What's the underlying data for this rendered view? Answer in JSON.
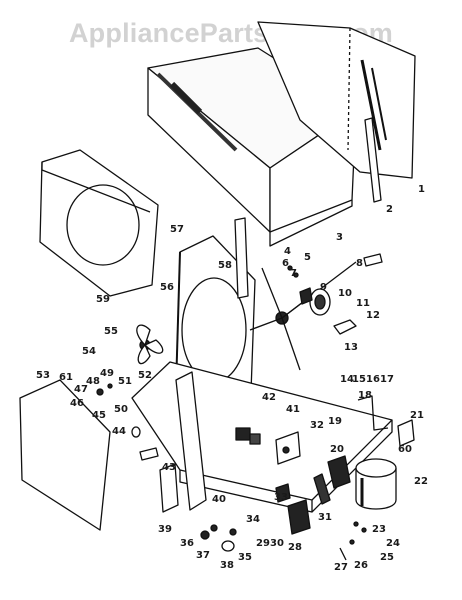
{
  "watermark": "AppliancePartsPros.com",
  "callouts": [
    {
      "id": "c1",
      "text": "1"
    },
    {
      "id": "c2",
      "text": "2"
    },
    {
      "id": "c3",
      "text": "3"
    },
    {
      "id": "c4",
      "text": "4"
    },
    {
      "id": "c5",
      "text": "5"
    },
    {
      "id": "c6",
      "text": "6"
    },
    {
      "id": "c7",
      "text": "7"
    },
    {
      "id": "c8",
      "text": "8"
    },
    {
      "id": "c9",
      "text": "9"
    },
    {
      "id": "c10",
      "text": "10"
    },
    {
      "id": "c11",
      "text": "11"
    },
    {
      "id": "c12",
      "text": "12"
    },
    {
      "id": "c13",
      "text": "13"
    },
    {
      "id": "c14",
      "text": "14"
    },
    {
      "id": "c15",
      "text": "15"
    },
    {
      "id": "c16",
      "text": "16"
    },
    {
      "id": "c17",
      "text": "17"
    },
    {
      "id": "c18",
      "text": "18"
    },
    {
      "id": "c19",
      "text": "19"
    },
    {
      "id": "c20",
      "text": "20"
    },
    {
      "id": "c21",
      "text": "21"
    },
    {
      "id": "c22",
      "text": "22"
    },
    {
      "id": "c23",
      "text": "23"
    },
    {
      "id": "c24",
      "text": "24"
    },
    {
      "id": "c25",
      "text": "25"
    },
    {
      "id": "c26",
      "text": "26"
    },
    {
      "id": "c27",
      "text": "27"
    },
    {
      "id": "c28",
      "text": "28"
    },
    {
      "id": "c29",
      "text": "29"
    },
    {
      "id": "c30",
      "text": "30"
    },
    {
      "id": "c31",
      "text": "31"
    },
    {
      "id": "c32",
      "text": "32"
    },
    {
      "id": "c33",
      "text": "33"
    },
    {
      "id": "c34",
      "text": "34"
    },
    {
      "id": "c35",
      "text": "35"
    },
    {
      "id": "c36",
      "text": "36"
    },
    {
      "id": "c37",
      "text": "37"
    },
    {
      "id": "c38",
      "text": "38"
    },
    {
      "id": "c39",
      "text": "39"
    },
    {
      "id": "c40",
      "text": "40"
    },
    {
      "id": "c41",
      "text": "41"
    },
    {
      "id": "c42",
      "text": "42"
    },
    {
      "id": "c43",
      "text": "43"
    },
    {
      "id": "c44",
      "text": "44"
    },
    {
      "id": "c45",
      "text": "45"
    },
    {
      "id": "c46",
      "text": "46"
    },
    {
      "id": "c47",
      "text": "47"
    },
    {
      "id": "c48",
      "text": "48"
    },
    {
      "id": "c49",
      "text": "49"
    },
    {
      "id": "c50",
      "text": "50"
    },
    {
      "id": "c51",
      "text": "51"
    },
    {
      "id": "c52",
      "text": "52"
    },
    {
      "id": "c53",
      "text": "53"
    },
    {
      "id": "c54",
      "text": "54"
    },
    {
      "id": "c55",
      "text": "55"
    },
    {
      "id": "c56",
      "text": "56"
    },
    {
      "id": "c57",
      "text": "57"
    },
    {
      "id": "c58",
      "text": "58"
    },
    {
      "id": "c59",
      "text": "59"
    },
    {
      "id": "c60",
      "text": "60"
    },
    {
      "id": "c61",
      "text": "61"
    }
  ]
}
